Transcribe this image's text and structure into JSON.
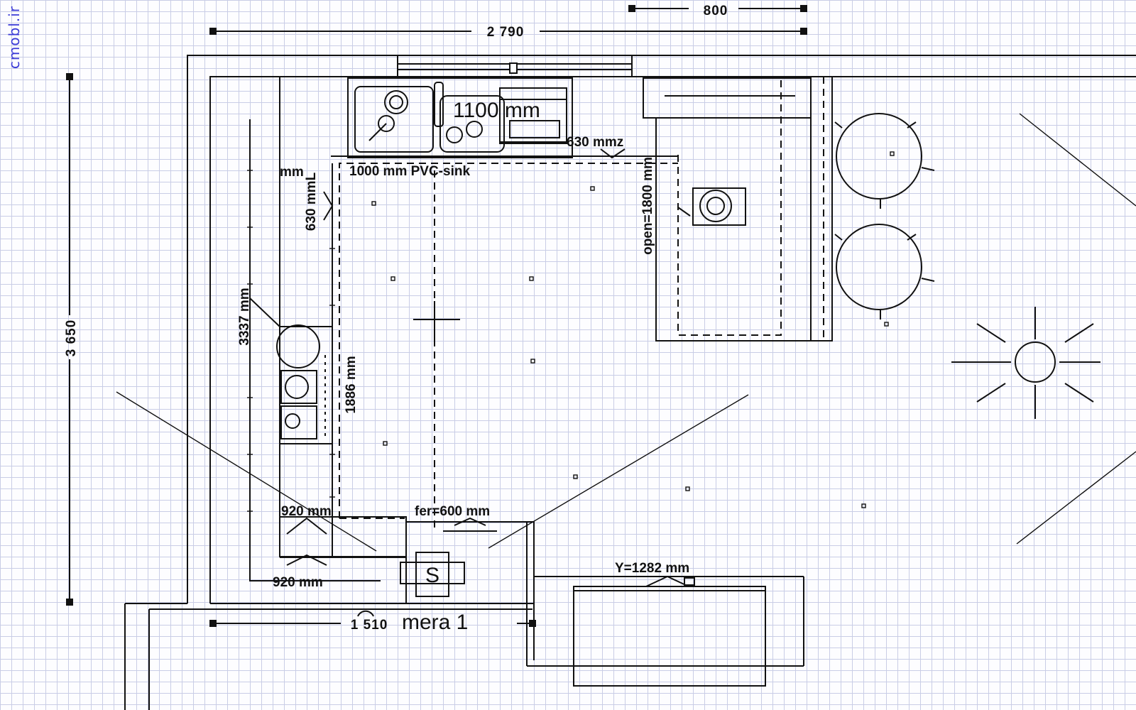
{
  "watermark": "cmobl.ir",
  "dimensions": {
    "top_small": "800",
    "top_width": "2 790",
    "left_height": "3 650",
    "bottom_width": "1 510",
    "cabinet_run": "3337 mm",
    "base_depth": "1886 mm"
  },
  "labels": {
    "sink_width": "1100 mm",
    "sink_caption": "1000 mm PVC-sink",
    "depth_630z": "630 mmz",
    "depth_630l": "630 mmL",
    "mm_fragment": "mm",
    "opening": "open=1800 mm",
    "fridge_920_top": "920 mm",
    "fridge_920_bottom": "920 mm",
    "fer_600": "fer=600 mm",
    "y_1282": "Y=1282 mm",
    "camera": "mera 1",
    "symbol_s": "S"
  },
  "colors": {
    "ink": "#111111",
    "grid": "#c9cde6",
    "watermark": "#3b3bd6",
    "background": "#fdfdff"
  }
}
